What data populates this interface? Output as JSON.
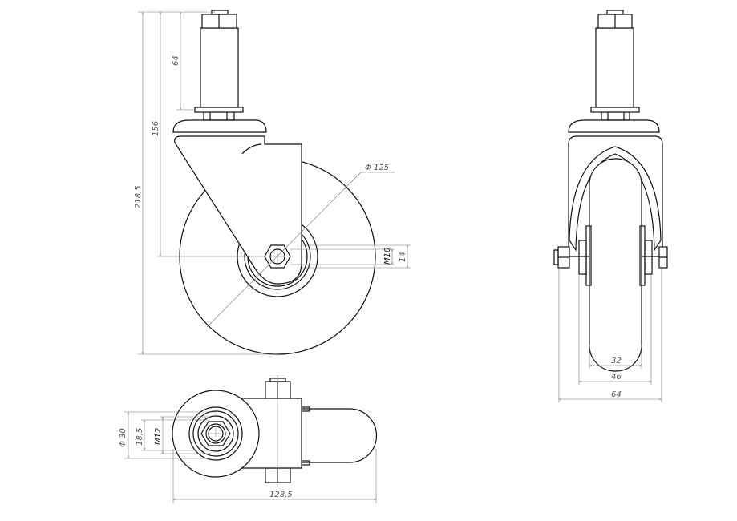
{
  "drawing": {
    "title": "Swivel caster wheel technical drawing",
    "side_view": {
      "total_height": "218,5",
      "axle_height": "156",
      "stem_length": "64",
      "wheel_diameter": "Φ 125",
      "axle_thread": "M10",
      "axle_width": "14"
    },
    "front_view": {
      "tread_width": "32",
      "hub_width": "46",
      "overall_width": "64"
    },
    "top_view": {
      "stem_diameter": "Φ 30",
      "hex_size": "18,5",
      "stem_thread": "M12",
      "swivel_radius": "128,5"
    }
  }
}
